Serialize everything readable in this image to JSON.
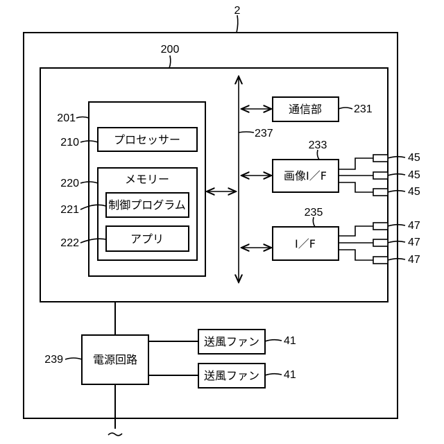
{
  "refs": {
    "device": "2",
    "controller": "200",
    "cpu_block": "201",
    "processor": "210",
    "memory": "220",
    "control_program": "221",
    "app": "222",
    "comm": "231",
    "image_if": "233",
    "io_if": "235",
    "bus": "237",
    "power": "239",
    "fan_a": "41",
    "fan_b": "41",
    "cam_1": "45",
    "cam_2": "45",
    "cam_3": "45",
    "io_1": "47",
    "io_2": "47",
    "io_3": "47"
  },
  "labels": {
    "processor": "プロセッサー",
    "memory": "メモリー",
    "control_program": "制御プログラム",
    "app": "アプリ",
    "comm": "通信部",
    "image_if": "画像I／F",
    "io_if": "I／F",
    "power": "電源回路",
    "fan_a": "送風ファン",
    "fan_b": "送風ファン"
  }
}
